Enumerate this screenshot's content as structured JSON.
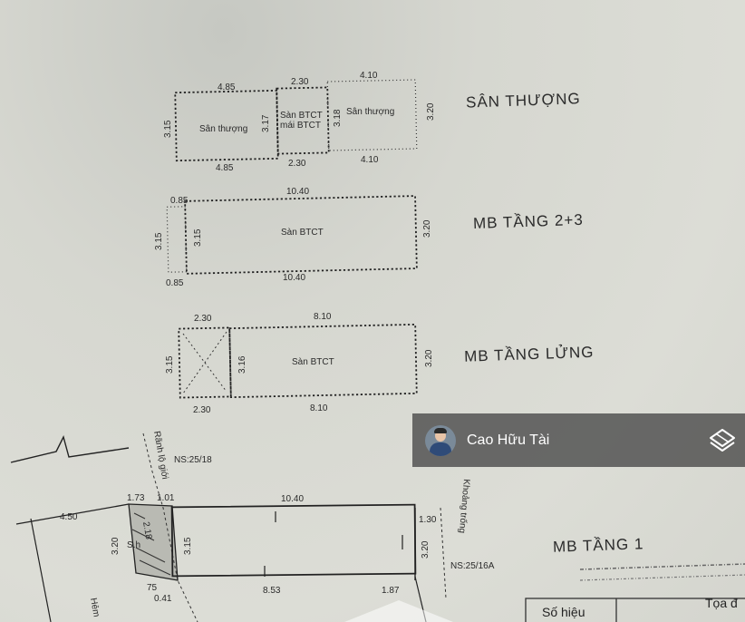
{
  "floors": {
    "san_thuong": {
      "title": "SÂN THƯỢNG",
      "top_dims": [
        "4.85",
        "2.30",
        "4.10"
      ],
      "bottom_dims": [
        "4.85",
        "2.30",
        "4.10"
      ],
      "left_dim": "3.15",
      "mid_dim_1": "3.17",
      "mid_dim_2": "3.18",
      "right_dim": "3.20",
      "room_left": "Sân thượng",
      "room_mid_1": "Sàn BTCT",
      "room_mid_2": "mái BTCT",
      "room_right": "Sân thượng"
    },
    "tang_2_3": {
      "title": "MB TẦNG 2+3",
      "top_left_dim": "0.85",
      "top_dim": "10.40",
      "bottom_left_dim": "0.85",
      "bottom_dim": "10.40",
      "left_outer_dim": "3.15",
      "left_inner_dim": "3.15",
      "right_dim": "3.20",
      "room": "Sàn BTCT"
    },
    "tang_lung": {
      "title": "MB TẦNG LỬNG",
      "top_dims": [
        "2.30",
        "8.10"
      ],
      "bottom_dims": [
        "2.30",
        "8.10"
      ],
      "left_dim": "3.15",
      "mid_dim": "3.16",
      "right_dim": "3.20",
      "room": "Sàn BTCT"
    },
    "tang_1": {
      "title": "MB TẦNG 1",
      "neighbor_top": "NS:25/18",
      "neighbor_right": "NS:25/16A",
      "ditch": "Rãnh lộ giới",
      "void": "Khoảng trống",
      "alley": "Hẻm",
      "top_dims": [
        "1.73",
        "1.01",
        "10.40"
      ],
      "right_top_dim": "1.30",
      "right_dim": "3.20",
      "left_dims": [
        "4.50",
        "3.20"
      ],
      "inner_dim": "3.15",
      "diag_dim": "2.18",
      "small_label": "S.h",
      "bottom_dims": [
        "75",
        "0.41",
        "8.53",
        "1.87"
      ]
    }
  },
  "table": {
    "col1": "Số hiệu",
    "col2": "Tọa đ"
  },
  "overlay": {
    "user_name": "Cao Hữu Tài",
    "avatar_icon": "avatar-icon",
    "action_icon": "layers-icon"
  }
}
